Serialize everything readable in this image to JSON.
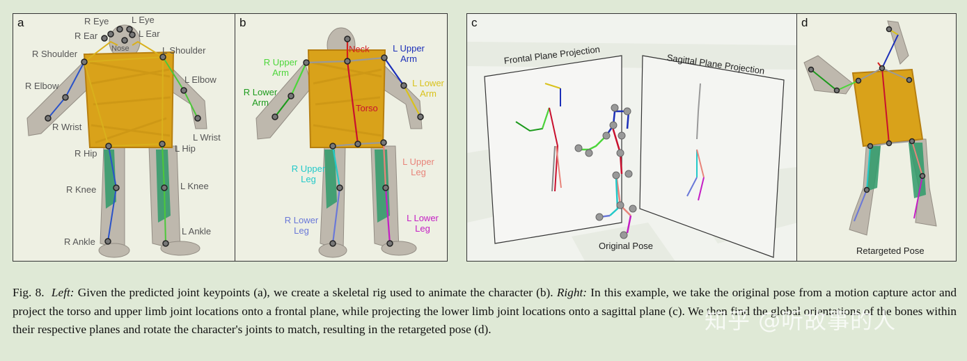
{
  "panels": {
    "a": {
      "label": "a",
      "joints": {
        "r_eye": "R Eye",
        "l_eye": "L Eye",
        "r_ear": "R Ear",
        "l_ear": "L Ear",
        "nose": "Nose",
        "r_shoulder": "R Shoulder",
        "l_shoulder": "L Shoulder",
        "r_elbow": "R Elbow",
        "l_elbow": "L Elbow",
        "r_wrist": "R Wrist",
        "l_wrist": "L Wrist",
        "r_hip": "R Hip",
        "l_hip": "L Hip",
        "r_knee": "R Knee",
        "l_knee": "L Knee",
        "r_ankle": "R Ankle",
        "l_ankle": "L Ankle"
      }
    },
    "b": {
      "label": "b",
      "bones": {
        "neck": "Neck",
        "torso": "Torso",
        "r_upper_arm": "R Upper Arm",
        "l_upper_arm": "L Upper Arm",
        "r_lower_arm": "R Lower Arm",
        "l_lower_arm": "L Lower Arm",
        "r_upper_leg": "R Upper Leg",
        "l_upper_leg": "L Upper Leg",
        "r_lower_leg": "R Lower Leg",
        "l_lower_leg": "L Lower Leg"
      },
      "colors": {
        "neck": "#d41e1e",
        "torso": "#c8102e",
        "r_upper_arm": "#4cd63a",
        "l_upper_arm": "#1c2fb8",
        "r_lower_arm": "#1c9a1c",
        "l_lower_arm": "#d9c21c",
        "r_upper_leg": "#22c9c9",
        "l_upper_leg": "#e8847a",
        "r_lower_leg": "#6a78d8",
        "l_lower_leg": "#c41ec4"
      }
    },
    "c": {
      "label": "c",
      "frontal_plane": "Frontal Plane Projection",
      "sagittal_plane": "Sagittal Plane Projection",
      "original_pose": "Original Pose"
    },
    "d": {
      "label": "d",
      "retargeted_pose": "Retargeted Pose"
    }
  },
  "caption": {
    "fig": "Fig. 8.",
    "left_label": "Left:",
    "left_text": "Given the predicted joint keypoints (a), we create a skeletal rig used to animate the character (b).",
    "right_label": "Right:",
    "right_text": "In this example, we take the original pose from a motion capture actor and project the torso and upper limb joint locations onto a frontal plane, while projecting the lower limb joint locations onto a sagittal plane (c). We then find the global orientations of the bones within their respective planes and rotate the character's joints to match, resulting in the retargeted pose (d)."
  },
  "watermark": "知乎 @听故事的人"
}
